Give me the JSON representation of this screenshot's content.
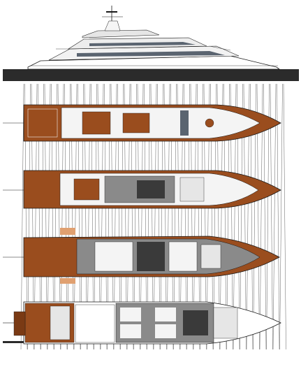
{
  "colors": {
    "deck_wood": "#9a4d1e",
    "deck_wood_dark": "#7a3a14",
    "hull_base": "#2b2b2b",
    "line": "#1a1a1a",
    "fill_white": "#ffffff",
    "interior_gray": "#8a8a8a",
    "interior_dark": "#3a3a3a",
    "hull_light": "#e6e6e6",
    "glass": "#5a6470"
  },
  "profile": {
    "label": "profile-view"
  },
  "plans": [
    {
      "id": "sun-deck",
      "level": 1
    },
    {
      "id": "bridge-deck",
      "level": 2
    },
    {
      "id": "main-deck",
      "level": 3
    },
    {
      "id": "lower-deck",
      "level": 4
    }
  ],
  "labels": {
    "scale_mark": "",
    "bow_markers": [
      "",
      "",
      "",
      ""
    ]
  }
}
